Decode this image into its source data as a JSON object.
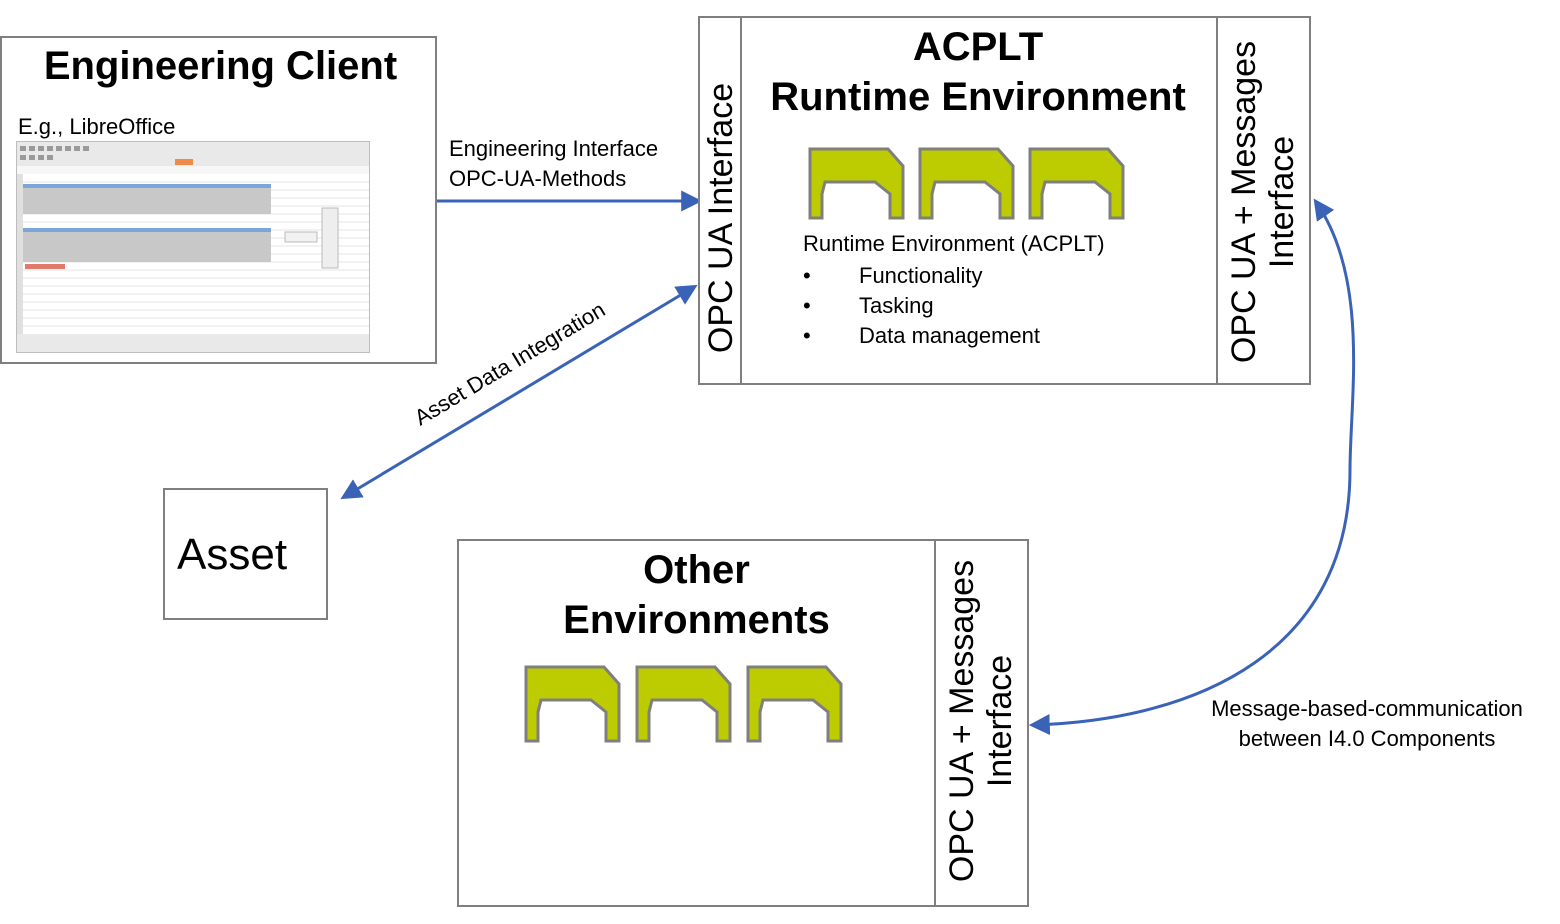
{
  "engineering_client": {
    "title": "Engineering Client",
    "example": "E.g., LibreOffice"
  },
  "engineering_interface": {
    "line1": "Engineering Interface",
    "line2": "OPC-UA-Methods"
  },
  "acplt": {
    "title_line1": "ACPLT",
    "title_line2": "Runtime Environment",
    "left_interface": "OPC UA Interface",
    "right_interface_line1": "OPC UA + Messages",
    "right_interface_line2": "Interface",
    "runtime_heading": "Runtime Environment (ACPLT)",
    "bullet_char": "•",
    "features": [
      "Functionality",
      "Tasking",
      "Data management"
    ]
  },
  "asset_integration_label": "Asset Data Integration",
  "asset": {
    "label": "Asset"
  },
  "other": {
    "title_line1": "Other",
    "title_line2": "Environments",
    "interface_line1": "OPC UA + Messages",
    "interface_line2": "Interface"
  },
  "message_comm": {
    "line1": "Message-based-communication",
    "line2": "between I4.0 Components"
  },
  "colors": {
    "arrow": "#3a63b8",
    "component_fill": "#bdcc00",
    "component_stroke": "#7f7f7f",
    "border": "#7f7f7f"
  }
}
